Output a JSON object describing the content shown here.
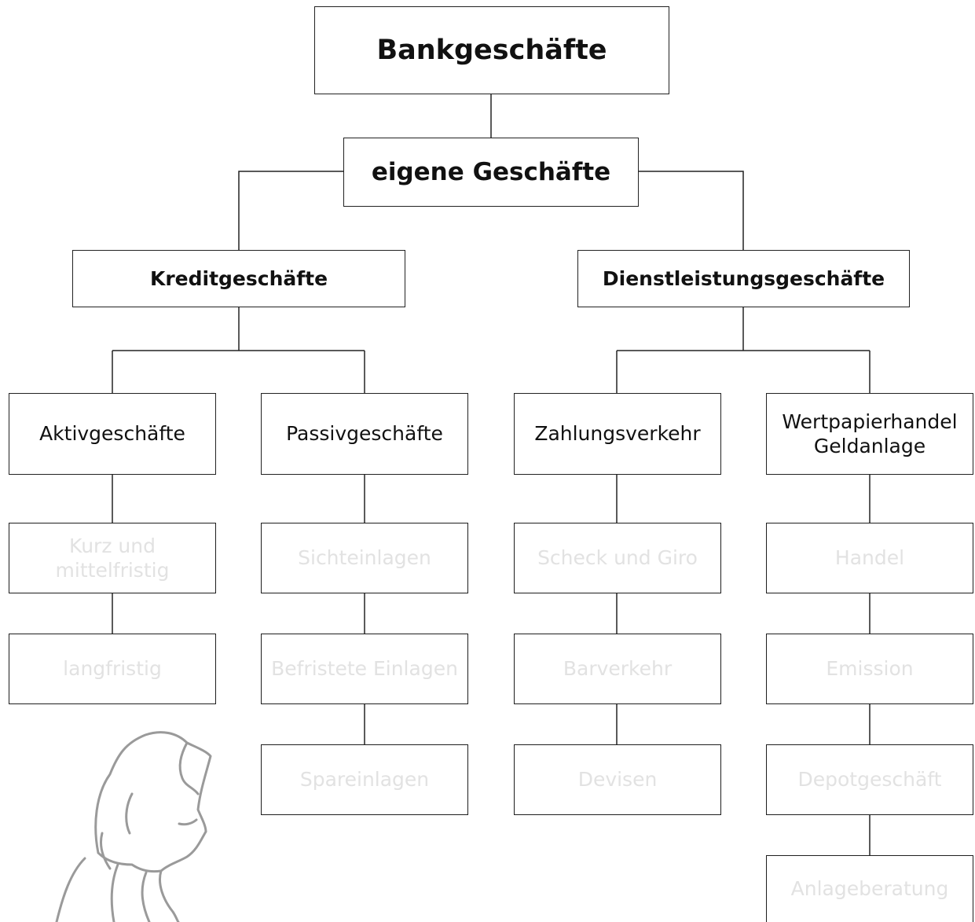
{
  "diagram": {
    "root": "Bankgeschäfte",
    "level1": "eigene Geschäfte",
    "level2": [
      "Kreditgeschäfte",
      "Dienstleistungsgeschäfte"
    ],
    "level3": [
      "Aktivgeschäfte",
      "Passivgeschäfte",
      "Zahlungsverkehr",
      "Wertpapierhandel\nGeldanlage"
    ],
    "details": {
      "aktiv": [
        "Kurz und\nmittelfristig",
        "langfristig"
      ],
      "passiv": [
        "Sichteinlagen",
        "Befristete Einlagen",
        "Spareinlagen"
      ],
      "zahlung": [
        "Scheck und Giro",
        "Barverkehr",
        "Devisen"
      ],
      "wertpapier": [
        "Handel",
        "Emission",
        "Depotgeschäft",
        "Anlageberatung"
      ]
    }
  },
  "colors": {
    "line": "#222222",
    "faint_text": "#e2e2e2",
    "sketch": "#9a9a9a"
  }
}
